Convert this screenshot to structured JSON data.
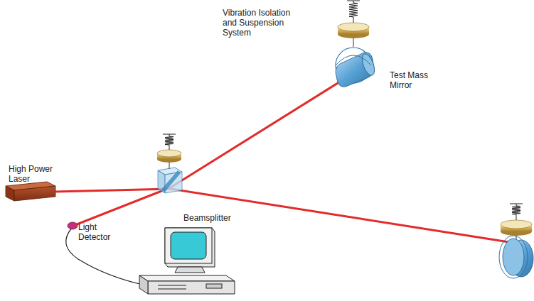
{
  "diagram": {
    "labels": [
      "Vibration Isolation and Suspension System",
      "Test Mass Mirror",
      "High Power Laser",
      "Beamsplitter",
      "Light Detector"
    ]
  }
}
